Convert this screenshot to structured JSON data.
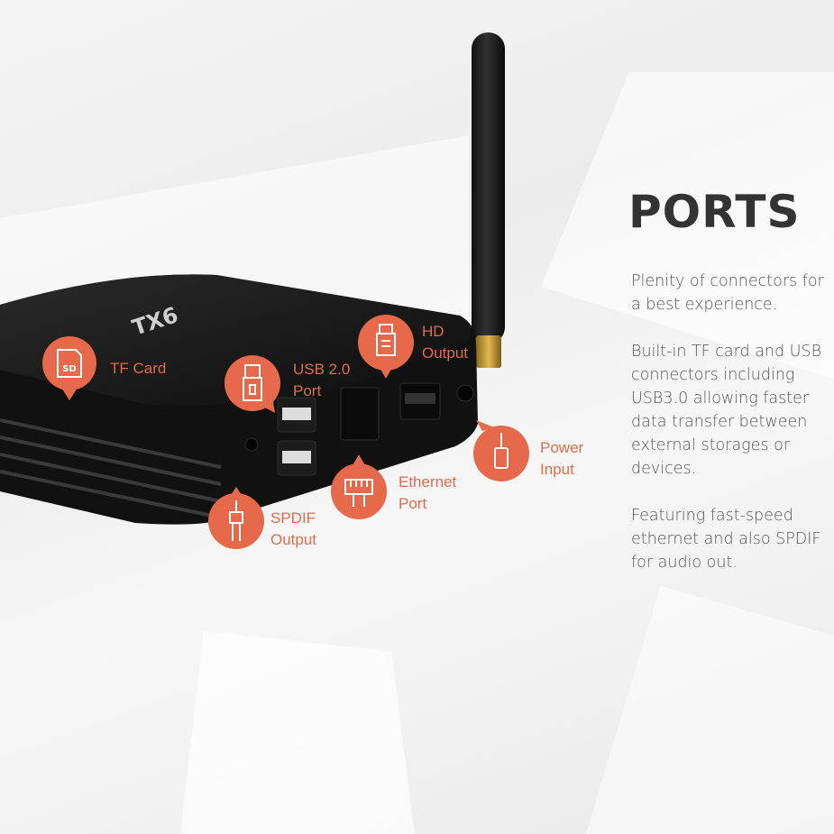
{
  "heading": "PORTS",
  "paragraphs": [
    "Plenity of connectors for a best experience.",
    "Built-in TF card and USB connectors including USB3.0 allowing faster data transfer between external storages or devices.",
    "Featuring fast-speed ethernet and also SPDIF for audio out."
  ],
  "device_logo": "TX6",
  "callouts": {
    "tf_card": {
      "line1": "TF Card",
      "icon": "sd-card-icon",
      "icon_text": "SD"
    },
    "usb": {
      "line1": "USB 2.0",
      "line2": "Port",
      "icon": "usb-icon"
    },
    "hd": {
      "line1": "HD",
      "line2": "Output",
      "icon": "hdmi-icon"
    },
    "ethernet": {
      "line1": "Ethernet",
      "line2": "Port",
      "icon": "ethernet-icon"
    },
    "power": {
      "line1": "Power",
      "line2": "Input",
      "icon": "power-plug-icon"
    },
    "spdif": {
      "line1": "SPDIF",
      "line2": "Output",
      "icon": "audio-plug-icon"
    }
  },
  "colors": {
    "accent": "#e5694a",
    "device": "#151515",
    "heading": "#333333",
    "body_text": "#555555"
  }
}
